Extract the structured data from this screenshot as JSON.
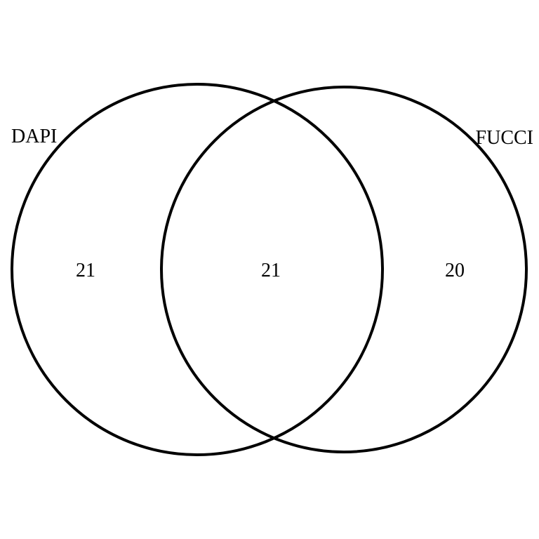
{
  "diagram": {
    "type": "venn",
    "sets": [
      {
        "name": "DAPI",
        "only_count": "21"
      },
      {
        "name": "FUCCI",
        "only_count": "20"
      }
    ],
    "intersection_count": "21",
    "stroke_color": "#000000",
    "background_color": "#ffffff"
  }
}
